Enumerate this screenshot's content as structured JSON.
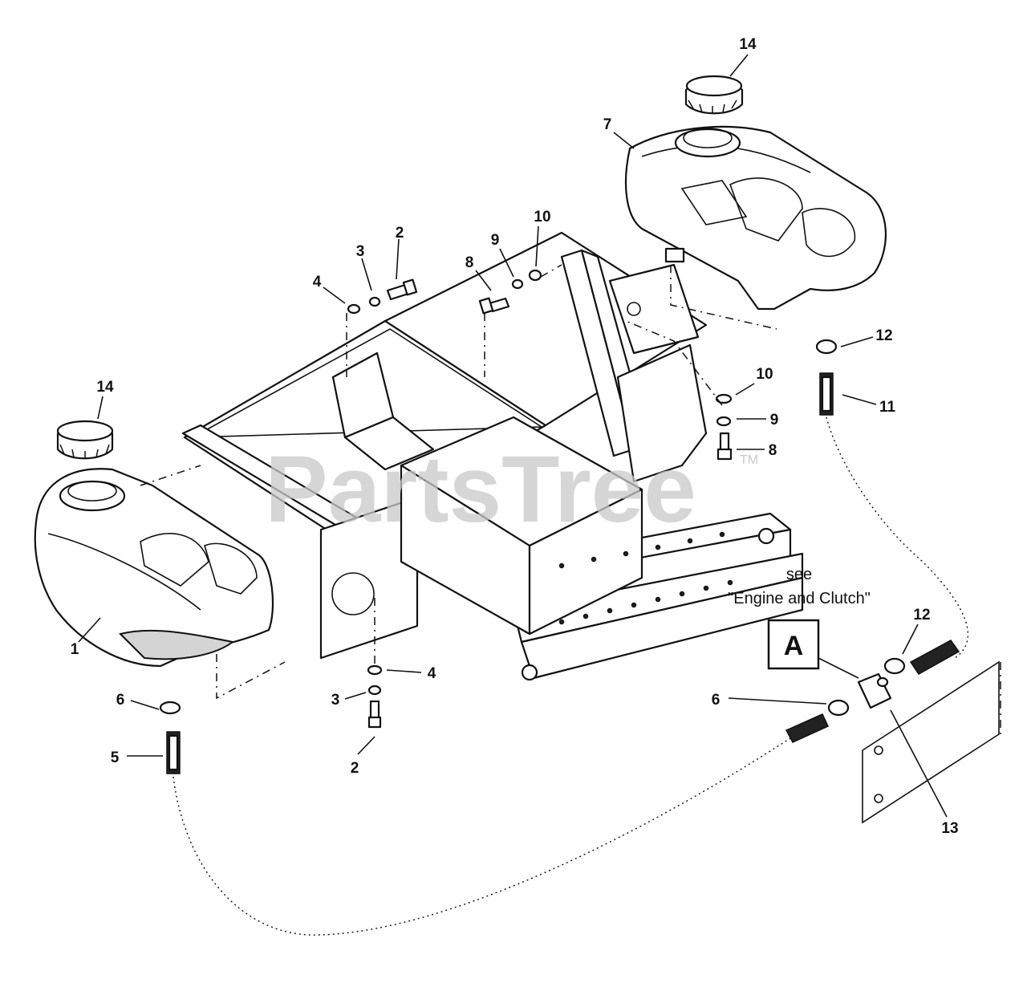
{
  "watermark": {
    "text": "PartsTree",
    "trademark": "TM"
  },
  "reference": {
    "see_label": "see",
    "section_label": "\"Engine and Clutch\"",
    "box_letter": "A"
  },
  "callouts": [
    {
      "id": "c14a",
      "text": "14"
    },
    {
      "id": "c7",
      "text": "7"
    },
    {
      "id": "c2a",
      "text": "2"
    },
    {
      "id": "c3a",
      "text": "3"
    },
    {
      "id": "c4a",
      "text": "4"
    },
    {
      "id": "c10a",
      "text": "10"
    },
    {
      "id": "c9a",
      "text": "9"
    },
    {
      "id": "c8a",
      "text": "8"
    },
    {
      "id": "c12a",
      "text": "12"
    },
    {
      "id": "c11",
      "text": "11"
    },
    {
      "id": "c10b",
      "text": "10"
    },
    {
      "id": "c9b",
      "text": "9"
    },
    {
      "id": "c8b",
      "text": "8"
    },
    {
      "id": "c14b",
      "text": "14"
    },
    {
      "id": "c1",
      "text": "1"
    },
    {
      "id": "c4b",
      "text": "4"
    },
    {
      "id": "c3b",
      "text": "3"
    },
    {
      "id": "c2b",
      "text": "2"
    },
    {
      "id": "c6a",
      "text": "6"
    },
    {
      "id": "c5",
      "text": "5"
    },
    {
      "id": "c12b",
      "text": "12"
    },
    {
      "id": "c6b",
      "text": "6"
    },
    {
      "id": "c13",
      "text": "13"
    }
  ]
}
